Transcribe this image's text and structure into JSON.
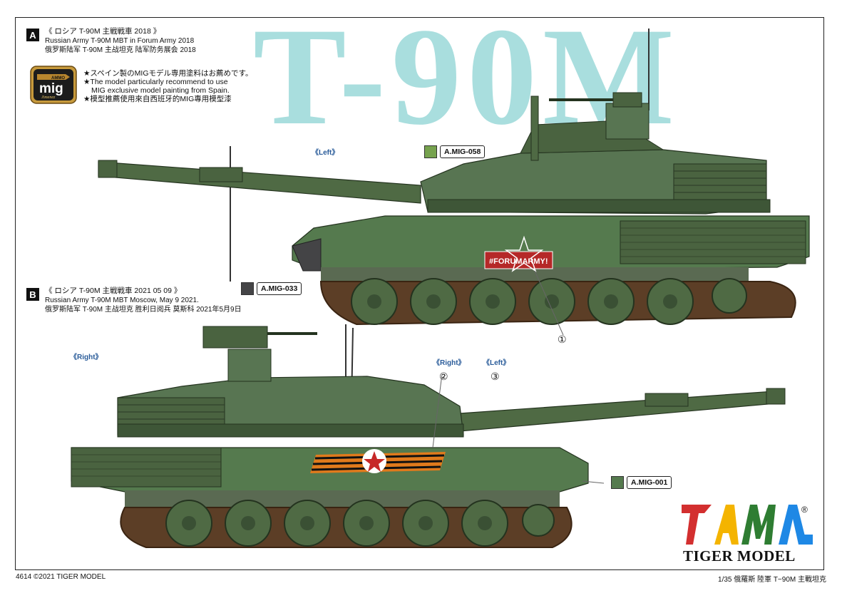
{
  "title": "T-90M",
  "section_a": {
    "badge": "A",
    "line_jp": "《 ロシア T-90M 主戦戦車 2018 》",
    "line_en": "Russian Army T-90M MBT  in Forum Army  2018",
    "line_cn": "俄罗斯陆军 T-90M 主战坦克 陆军防务展会 2018",
    "side_left": "《Left》",
    "color_top": {
      "code": "A.MIG-058",
      "hex": "#76a24e"
    },
    "color_mid": {
      "code": "A.MIG-033",
      "hex": "#444446"
    },
    "decal_text": "#FORUMARMY!",
    "marker_1": "①"
  },
  "section_b": {
    "badge": "B",
    "line_jp": "《 ロシア T-90M 主戦戦車 2021 05 09 》",
    "line_en": "Russian Army T-90M MBT  Moscow, May 9  2021.",
    "line_cn": "俄罗斯陆军 T-90M 主战坦克 胜利日阅兵 莫斯科 2021年5月9日",
    "side_right": "《Right》",
    "marker_2_label": "《Right》",
    "marker_2": "②",
    "marker_3_label": "《Left》",
    "marker_3": "③",
    "color_hull": {
      "code": "A.MIG-001",
      "hex": "#557a4e"
    }
  },
  "paint_note": {
    "jp": "★スペイン製のMIGモデル専用塗料はお薦めです。",
    "en1": "★The model particularly recommend to use",
    "en2": "MIG exclusive model painting from Spain.",
    "cn": "★模型推薦使用來自西班牙的MIG專用模型漆"
  },
  "mig_logo": {
    "top": "AMMO",
    "main": "mig",
    "bottom": "Jimenez"
  },
  "brand": {
    "name": "TIGER MODEL",
    "registered": "®"
  },
  "footer": {
    "left": "4614  ©2021  TIGER MODEL",
    "right": "1/35 俄羅斯 陸軍 T−90M 主戰坦克"
  },
  "colors": {
    "tank_green": "#4f6a44",
    "title_cyan": "#a9dede"
  }
}
